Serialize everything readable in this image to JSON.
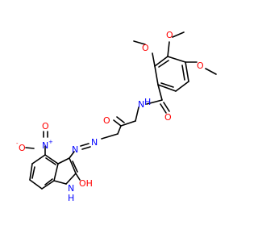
{
  "molecule": {
    "colors": {
      "carbon": "#000000",
      "oxygen": "#ff0000",
      "nitrogen": "#0000ff",
      "background": "#ffffff"
    },
    "labels": {
      "o_methoxy_left": "O",
      "o_methoxy_top": "O",
      "o_methoxy_right": "O",
      "nh_amide": "N",
      "h_amide": "H",
      "o_amide": "O",
      "o_acyl": "O",
      "n_azo_1": "N",
      "n_azo_2": "N",
      "n_nitro": "N",
      "n_nitro_charge": "+",
      "o_nitro_minus": "O",
      "o_nitro_minus_charge": "-",
      "o_nitro": "O",
      "n_indole": "N",
      "h_indole": "H",
      "o_hydroxy": "OH"
    }
  }
}
